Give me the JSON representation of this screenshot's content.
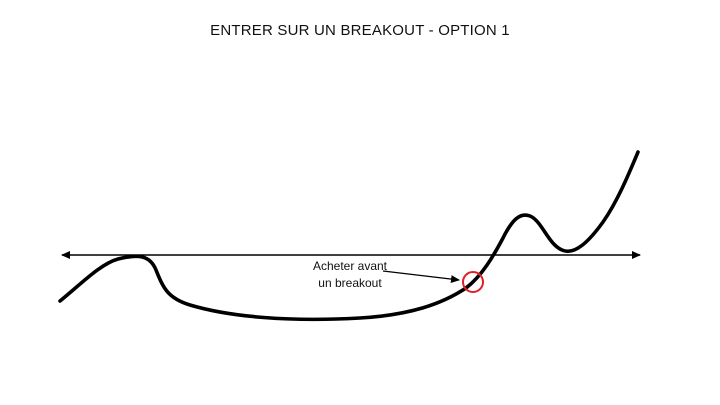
{
  "title": "ENTRER SUR UN BREAKOUT - OPTION 1",
  "annotation": {
    "line1": "Acheter avant",
    "line2": "un breakout"
  },
  "colors": {
    "line": "#000000",
    "marker": "#e01e26",
    "text": "#111111"
  }
}
